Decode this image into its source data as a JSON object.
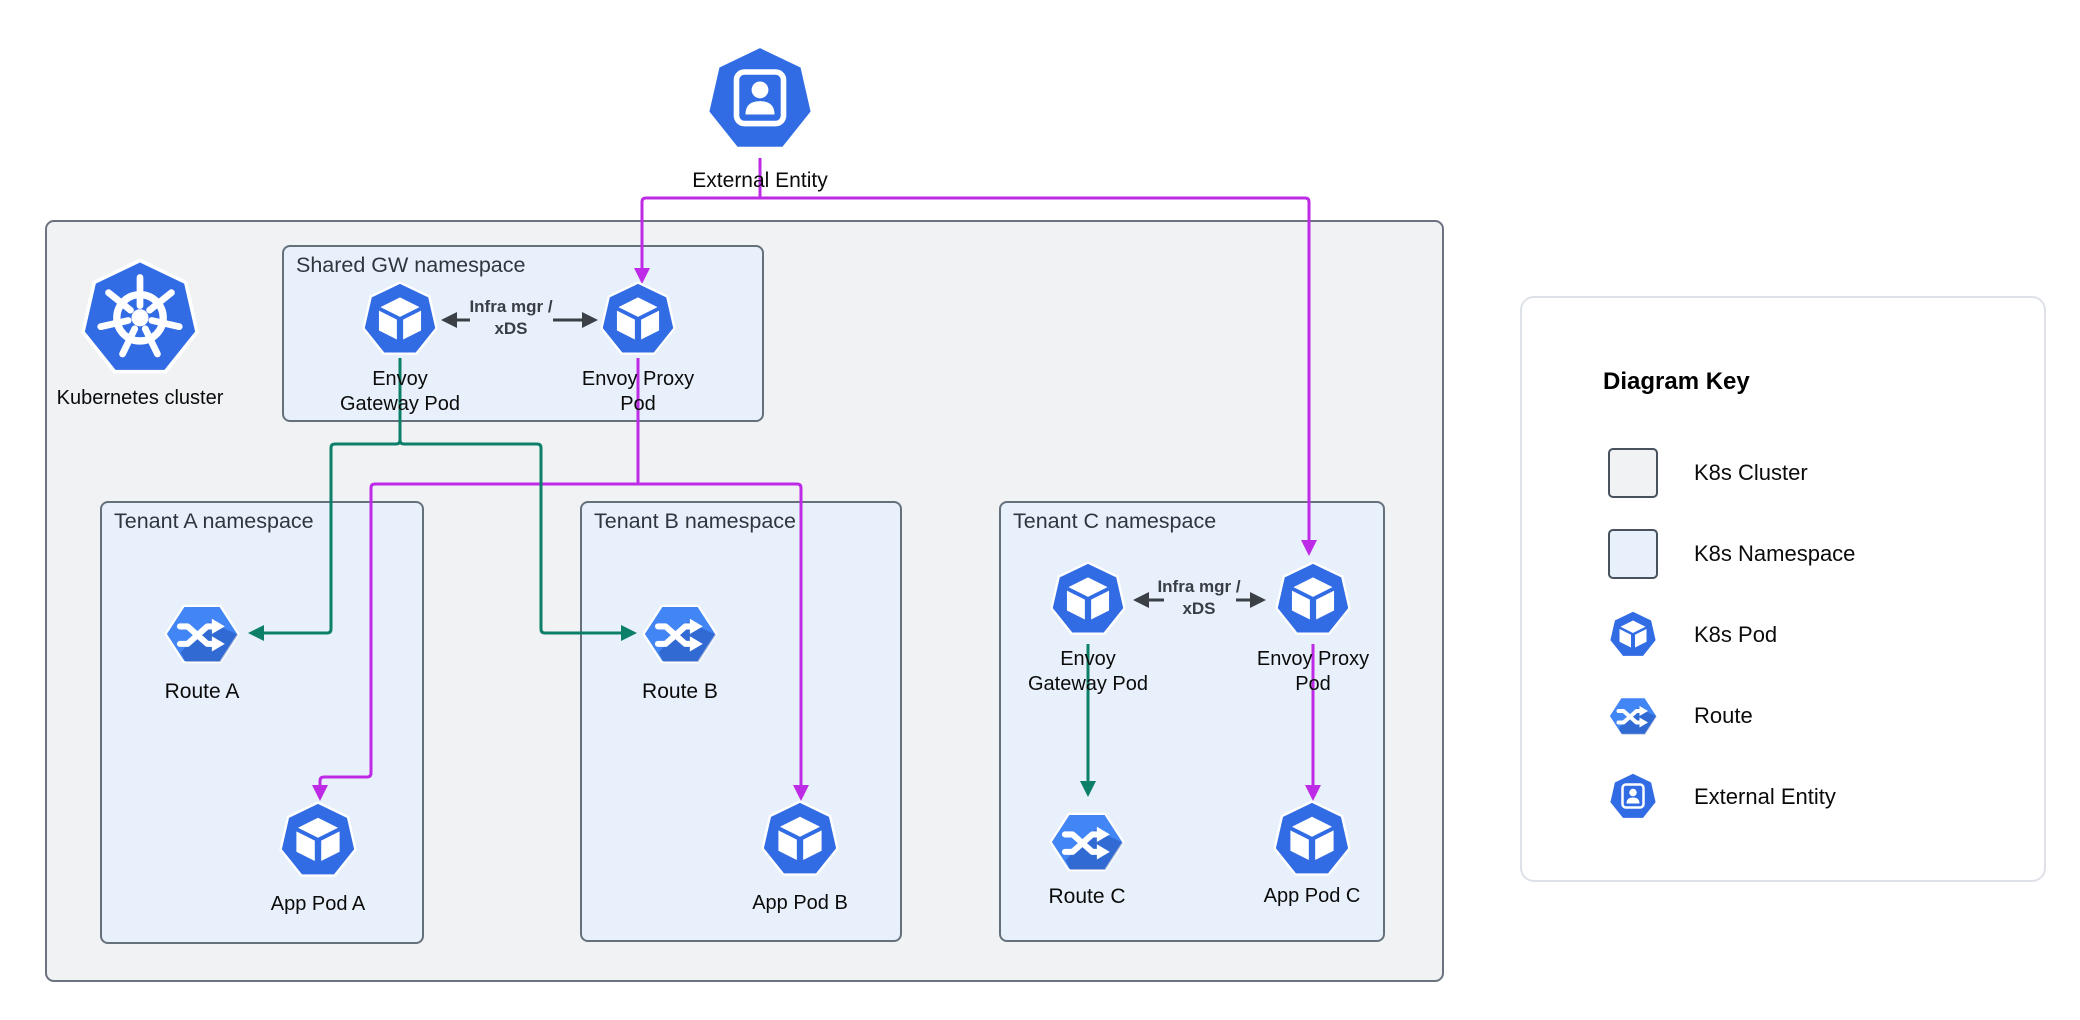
{
  "colors": {
    "pod-blue": "#326CE5",
    "route-blue": "#4285F4",
    "ingress-magenta": "#BE2BE6",
    "route-green": "#0B7F68",
    "infra-dark": "#3A4046",
    "cluster-fill": "#F0F2F4",
    "namespace-fill": "#E8F0FB"
  },
  "external_entity": {
    "label": "External Entity"
  },
  "cluster": {
    "label": "Kubernetes cluster"
  },
  "shared_namespace": {
    "title": "Shared GW namespace",
    "gateway_pod_line1": "Envoy",
    "gateway_pod_line2": "Gateway Pod",
    "proxy_pod_line1": "Envoy Proxy",
    "proxy_pod_line2": "Pod",
    "infra_line1": "Infra mgr /",
    "infra_line2": "xDS"
  },
  "tenant_a": {
    "title": "Tenant A namespace",
    "route_label": "Route A",
    "app_pod_label": "App Pod A"
  },
  "tenant_b": {
    "title": "Tenant B namespace",
    "route_label": "Route B",
    "app_pod_label": "App Pod B"
  },
  "tenant_c": {
    "title": "Tenant C namespace",
    "gateway_pod_line1": "Envoy",
    "gateway_pod_line2": "Gateway Pod",
    "proxy_pod_line1": "Envoy Proxy",
    "proxy_pod_line2": "Pod",
    "infra_line1": "Infra mgr /",
    "infra_line2": "xDS",
    "route_label": "Route C",
    "app_pod_label": "App Pod C"
  },
  "key": {
    "title": "Diagram Key",
    "items": [
      {
        "icon": "k8s-cluster-swatch",
        "label": "K8s Cluster"
      },
      {
        "icon": "k8s-namespace-swatch",
        "label": "K8s Namespace"
      },
      {
        "icon": "k8s-pod-icon",
        "label": "K8s Pod"
      },
      {
        "icon": "route-icon",
        "label": "Route"
      },
      {
        "icon": "external-entity-icon",
        "label": "External Entity"
      }
    ]
  }
}
